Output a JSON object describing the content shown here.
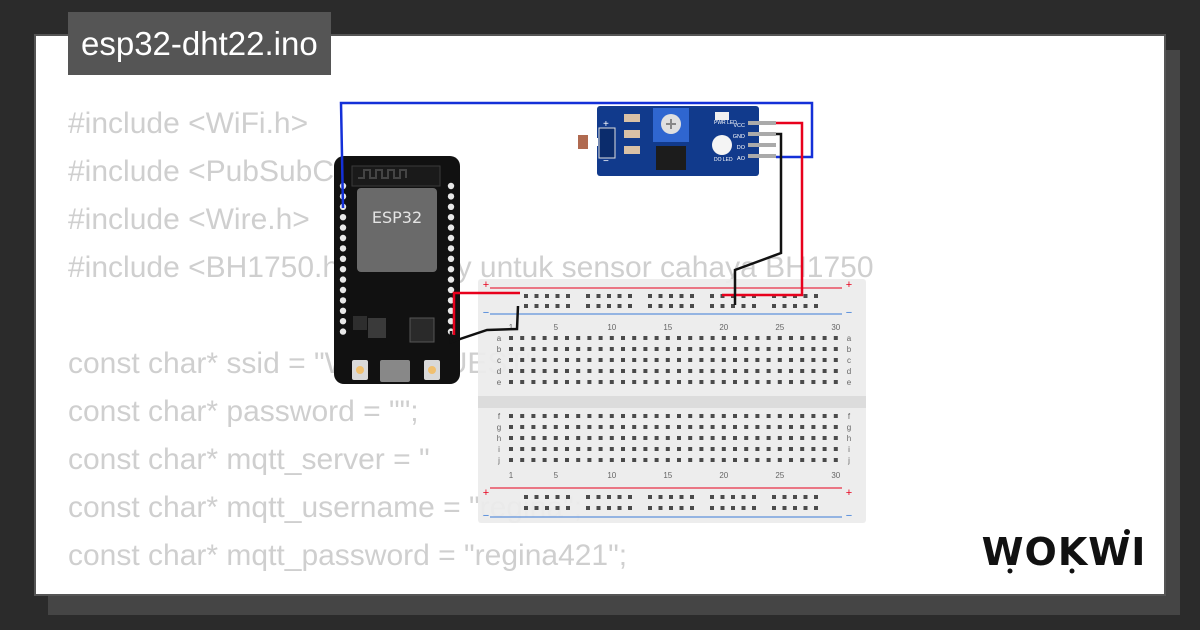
{
  "project": {
    "filename": "esp32-dht22.ino"
  },
  "code_lines": [
    "#include <WiFi.h>",
    "#include <PubSubClient.h>",
    "#include <Wire.h>",
    "#include <BH1750.h> // library untuk sensor cahaya BH1750",
    "",
    "const char* ssid = \"Wokwi-GUEST\";",
    "const char* password = \"\";",
    "const char* mqtt_server = \"",
    "const char* mqtt_username = \"regina\";",
    "const char* mqtt_password = \"regina421\";"
  ],
  "esp32": {
    "chip_label": "ESP32"
  },
  "sensor_module": {
    "pins": [
      "VCC",
      "GND",
      "DO",
      "AO"
    ],
    "led_labels": [
      "PWR LED",
      "DO LED"
    ],
    "polarity": [
      "+",
      "−"
    ]
  },
  "breadboard": {
    "column_numbers": [
      "1",
      "5",
      "10",
      "15",
      "20",
      "25",
      "30"
    ],
    "rows_top": [
      "a",
      "b",
      "c",
      "d",
      "e"
    ],
    "rows_bottom": [
      "f",
      "g",
      "h",
      "i",
      "j"
    ],
    "rail_plus": "+",
    "rail_minus": "−"
  },
  "wires": {
    "red": "#e8001c",
    "black": "#111111",
    "blue": "#1430d8"
  },
  "brand": {
    "name": "WOKWI"
  }
}
